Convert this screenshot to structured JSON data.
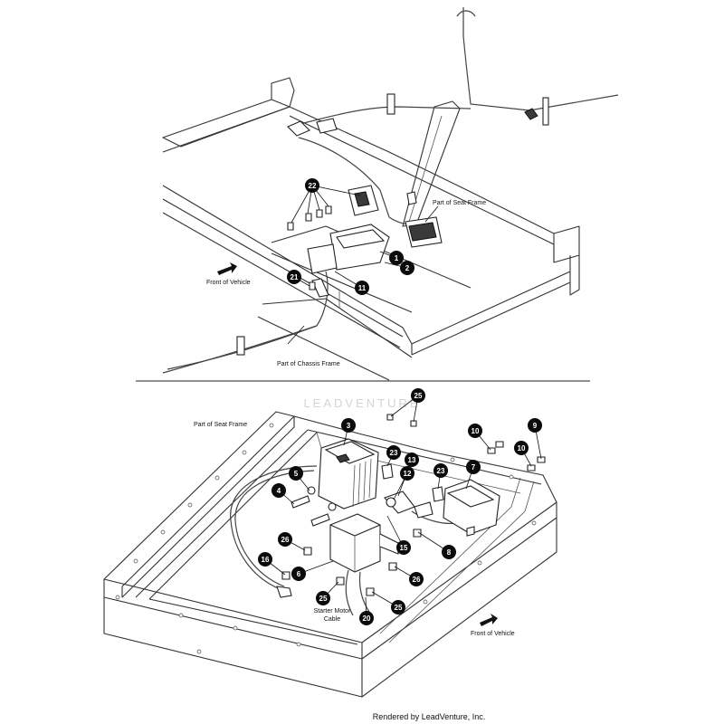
{
  "labels": {
    "part_of_seat_frame_top": "Part of Seat Frame",
    "front_of_vehicle_top": "Front of Vehicle",
    "part_of_chassis_frame": "Part of Chassis Frame",
    "part_of_seat_frame_bottom": "Part of Seat Frame",
    "front_of_vehicle_bottom": "Front of Vehicle",
    "starter_motor_cable_line1": "Starter Motor",
    "starter_motor_cable_line2": "Cable"
  },
  "watermark": "LEADVENTURE",
  "footer": "Rendered by LeadVenture, Inc.",
  "callouts": {
    "top": [
      "22",
      "1",
      "2",
      "21",
      "11"
    ],
    "bottom": [
      "25",
      "3",
      "23",
      "13",
      "12",
      "23",
      "7",
      "10",
      "9",
      "10",
      "5",
      "4",
      "26",
      "16",
      "6",
      "15",
      "8",
      "26",
      "25",
      "20",
      "25"
    ]
  },
  "colors": {
    "callout_fill": "#0b0b0b",
    "line": "#333333",
    "watermark": "#d4d4d4"
  }
}
